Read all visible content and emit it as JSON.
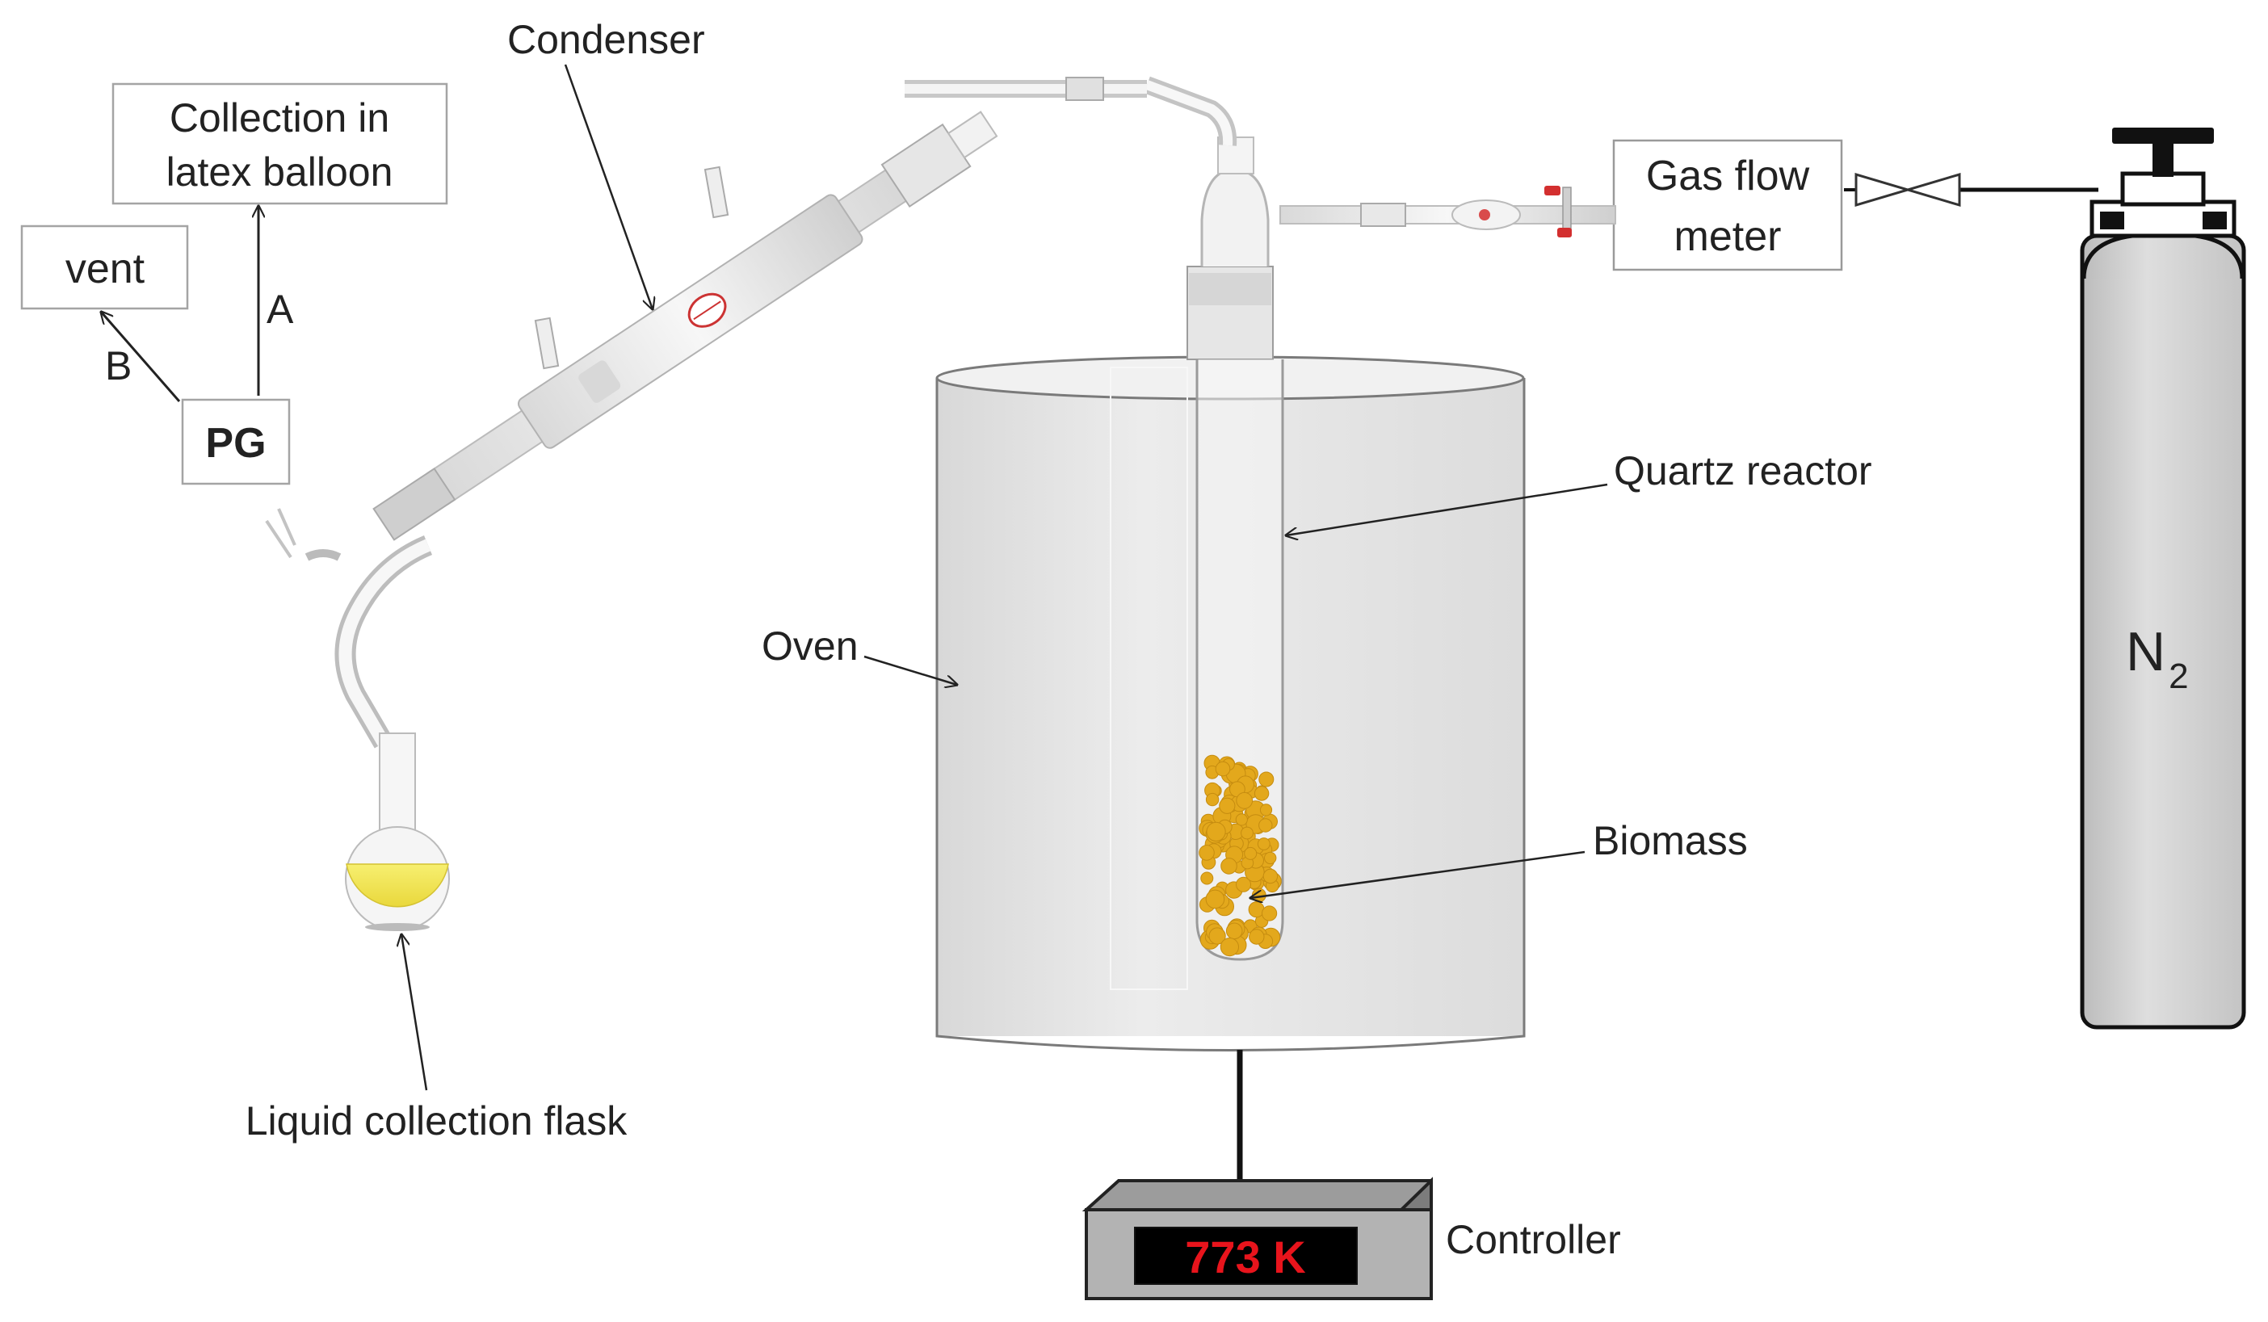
{
  "labels": {
    "condenser": "Condenser",
    "collection_balloon_line1": "Collection in",
    "collection_balloon_line2": "latex balloon",
    "vent": "vent",
    "path_a": "A",
    "path_b": "B",
    "pg": "PG",
    "gas_flow_meter_line1": "Gas flow",
    "gas_flow_meter_line2": "meter",
    "n2_main": "N",
    "n2_sub": "2",
    "quartz_reactor": "Quartz reactor",
    "oven": "Oven",
    "biomass": "Biomass",
    "liquid_flask": "Liquid collection flask",
    "controller": "Controller",
    "controller_display": "773 K"
  },
  "colors": {
    "controller_digits": "#e8141c",
    "biomass": "#e3a81c",
    "liquid": "#f5ea5a",
    "cylinder": "#d4d4d4",
    "oven": "#e4e4e4"
  }
}
